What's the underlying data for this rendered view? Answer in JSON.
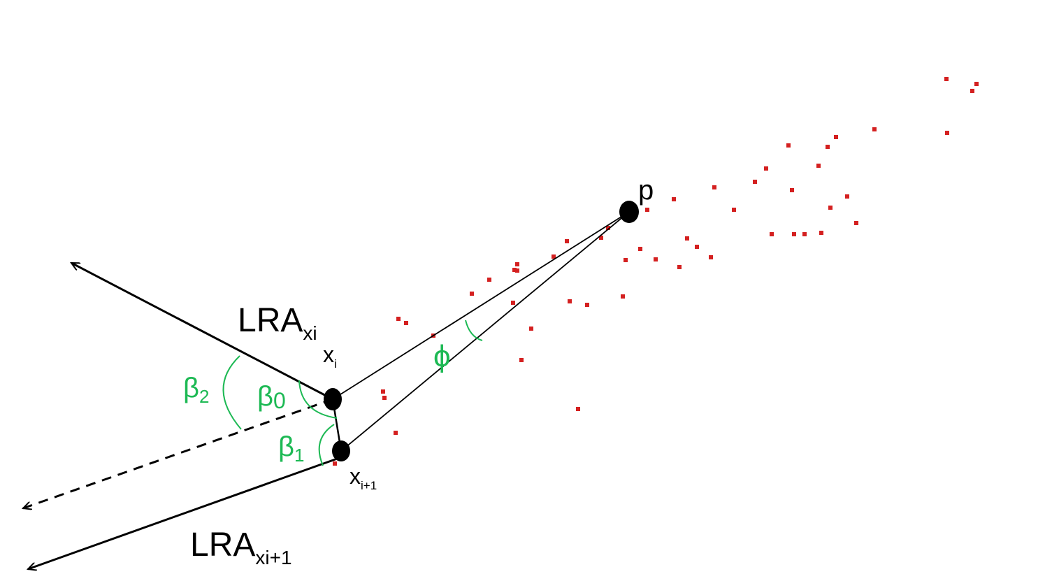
{
  "labels": {
    "p": "p",
    "lra_xi_main": "LRA",
    "lra_xi_sub": "xi",
    "lra_xi1_main": "LRA",
    "lra_xi1_sub": "xi+1",
    "xi_main": "x",
    "xi_sub": "i",
    "xi1_main": "x",
    "xi1_sub": "i+1",
    "phi": "ϕ",
    "beta0_main": "β",
    "beta0_sub": "0",
    "beta1_main": "β",
    "beta1_sub": "1",
    "beta2_main": "β",
    "beta2_sub": "2"
  },
  "colors": {
    "angle_green": "#1db954",
    "point_red": "#d42020",
    "ink": "#000000"
  },
  "icons": {
    "node": "filled-black-ellipse",
    "arrowhead": "open-arrowhead"
  },
  "point_cloud_count": 54
}
